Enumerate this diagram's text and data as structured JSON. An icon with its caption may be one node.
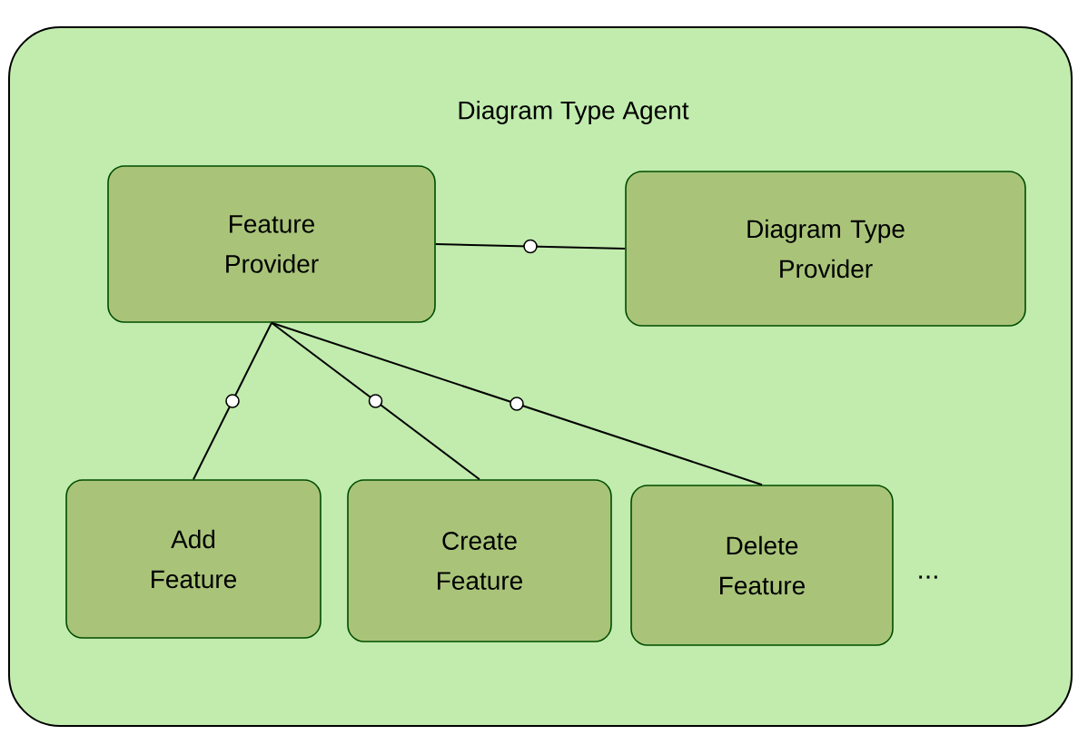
{
  "diagram": {
    "nodes": [
      {
        "text": [
          "Diagram Type Agent"
        ]
      },
      {
        "text": [
          "Feature Provider"
        ],
        "in": 0
      },
      {
        "text": [
          "Diagram Type Provider"
        ],
        "in": 0
      },
      {
        "text": [
          "Add Feature"
        ],
        "in": 0
      },
      {
        "text": [
          "Create Feature"
        ],
        "in": 0
      },
      {
        "text": [
          "Delete Feature"
        ],
        "in": 0
      }
    ],
    "edges": [
      {
        "from": 1,
        "to": 2,
        "arrow": "none"
      },
      {
        "from": 1,
        "to": 3,
        "arrow": "none"
      },
      {
        "from": 1,
        "to": 4,
        "arrow": "none"
      },
      {
        "from": 1,
        "to": 5,
        "arrow": "none"
      }
    ],
    "labels": [
      "..."
    ]
  }
}
